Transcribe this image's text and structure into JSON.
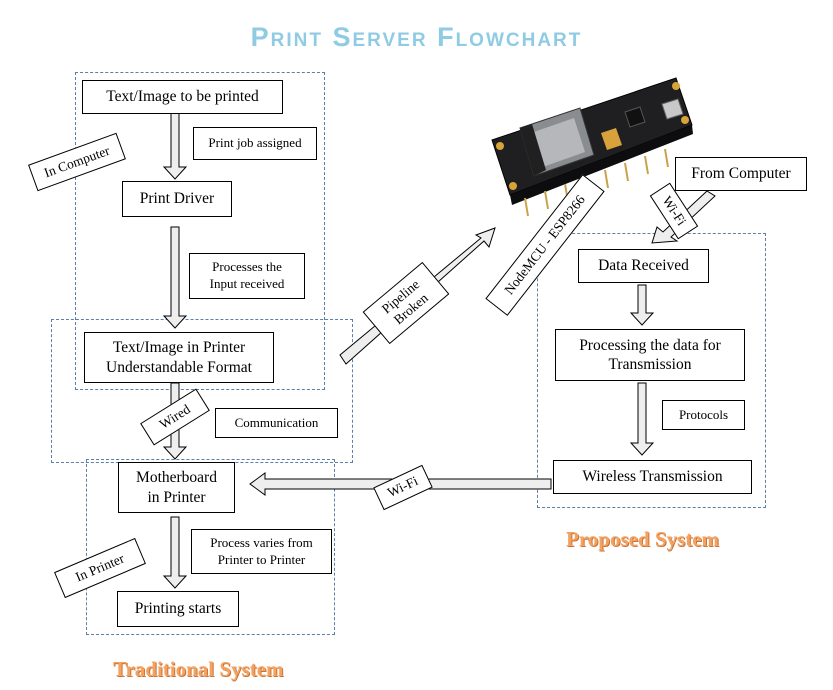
{
  "title": "Print Server Flowchart",
  "colors": {
    "title": "#8fcbe3",
    "system_title": "#f3a25f",
    "region_border": "#5a7fa8",
    "arrow_fill": "#eeeeee"
  },
  "traditional": {
    "label": "Traditional System",
    "steps": {
      "input": "Text/Image to be printed",
      "driver": "Print Driver",
      "format_line1": "Text/Image in Printer",
      "format_line2": "Understandable Format",
      "motherboard_line1": "Motherboard",
      "motherboard_line2": "in Printer",
      "printing": "Printing starts"
    },
    "notes": {
      "print_job": "Print job assigned",
      "processes_line1": "Processes the",
      "processes_line2": "Input received",
      "communication": "Communication",
      "process_varies_line1": "Process varies from",
      "process_varies_line2": "Printer to Printer"
    },
    "tags": {
      "in_computer": "In Computer",
      "wired": "Wired",
      "in_printer": "In Printer"
    }
  },
  "proposed": {
    "label": "Proposed System",
    "device_label": "NodeMCU - ESP8266",
    "from_computer": "From Computer",
    "steps": {
      "data_received": "Data Received",
      "processing_line1": "Processing the data for",
      "processing_line2": "Transmission",
      "wireless": "Wireless Transmission"
    },
    "notes": {
      "protocols": "Protocols"
    },
    "tags": {
      "wifi_top": "Wi-Fi",
      "wifi_bottom": "Wi-Fi",
      "pipeline_line1": "Pipeline",
      "pipeline_line2": "Broken"
    }
  }
}
